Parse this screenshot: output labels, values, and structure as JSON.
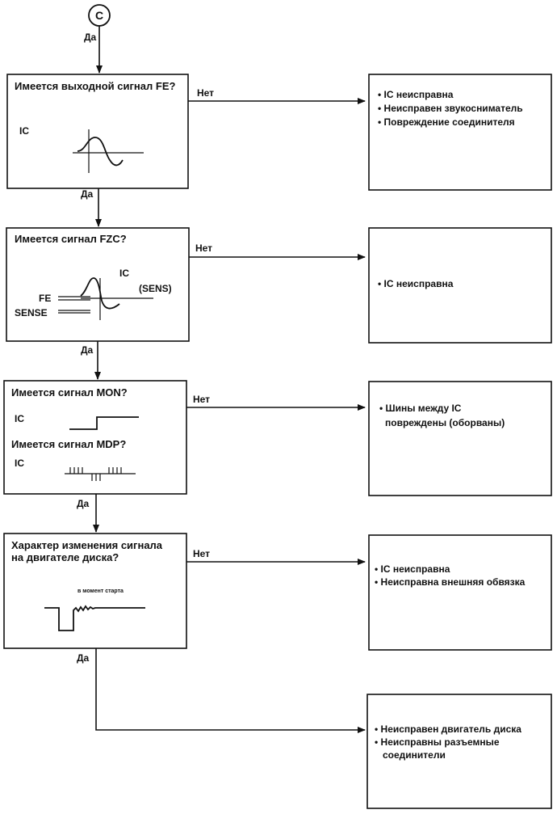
{
  "start_connector": "C",
  "yes": "Да",
  "no": "Нет",
  "steps": [
    {
      "question": "Имеется выходной сигнал FE?",
      "labels": [
        "IC"
      ],
      "results": [
        "• IC неисправна",
        "• Неисправен звукосниматель",
        "• Повреждение соединителя"
      ]
    },
    {
      "question": "Имеется сигнал FZC?",
      "labels": [
        "IC",
        "(SENS)",
        "FE",
        "SENSE"
      ],
      "results": [
        "• IC неисправна"
      ]
    },
    {
      "question": "Имеется сигнал MON?",
      "question2": "Имеется сигнал MDP?",
      "labels": [
        "IC",
        "IC"
      ],
      "results": [
        "• Шины между IC",
        "повреждены (оборваны)"
      ]
    },
    {
      "question": "Характер изменения сигнала",
      "question_line2": "на двигателе диска?",
      "labels": [
        "в момент старта"
      ],
      "results": [
        "• IC неисправна",
        "• Неисправна внешняя обвязка"
      ]
    }
  ],
  "final_results": [
    "• Неисправен двигатель диска",
    "• Неисправны разъемные",
    "соединители"
  ]
}
